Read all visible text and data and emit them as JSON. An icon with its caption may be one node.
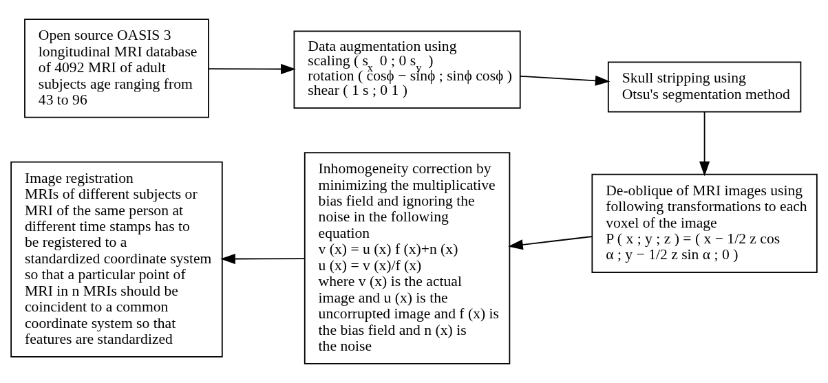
{
  "diagram": {
    "nodes": [
      {
        "text": [
          "Open source OASIS 3 longitudinal MRI database of 4092 MRI of adult subjects age ranging from 43 to 96"
        ]
      },
      {
        "text": [
          "Data augmentation using",
          "scaling ( s$_{x}$ 0 ; 0 s$_{y}$ )",
          "rotation ( cosϕ − sinϕ ; sinϕ cosϕ )",
          "shear ( 1 s ; 0 1 )"
        ]
      },
      {
        "text": [
          "Skull stripping using Otsu's segmentation method"
        ]
      },
      {
        "text": [
          "De-oblique of MRI images using following transformations to each voxel of the image",
          "P ( x ; y ; z ) = ( x − 1/2 z cos α ; y − 1/2 z sin α ; 0 )"
        ]
      },
      {
        "text": [
          "Inhomogeneity correction by minimizing the multiplicative bias field and ignoring the noise in the following equation",
          "v (x) = u (x) f (x)+n (x)",
          "u (x) = v (x)/f (x)",
          "where v (x) is the actual image and u (x) is the uncorrupted image and f (x) is the bias field and n (x) is the noise"
        ]
      },
      {
        "text": [
          "Image registration",
          "MRIs of different subjects or MRI of the same person at different time stamps has to be registered to a standardized coordinate system so that a particular point of MRI in n MRIs should be coincident to a common coordinate system so that features are standardized"
        ]
      }
    ],
    "edges": [
      {
        "from": 0,
        "to": 1,
        "arrow": "to"
      },
      {
        "from": 1,
        "to": 2,
        "arrow": "to"
      },
      {
        "from": 2,
        "to": 3,
        "arrow": "to"
      },
      {
        "from": 3,
        "to": 4,
        "arrow": "to"
      },
      {
        "from": 4,
        "to": 5,
        "arrow": "to"
      }
    ]
  }
}
